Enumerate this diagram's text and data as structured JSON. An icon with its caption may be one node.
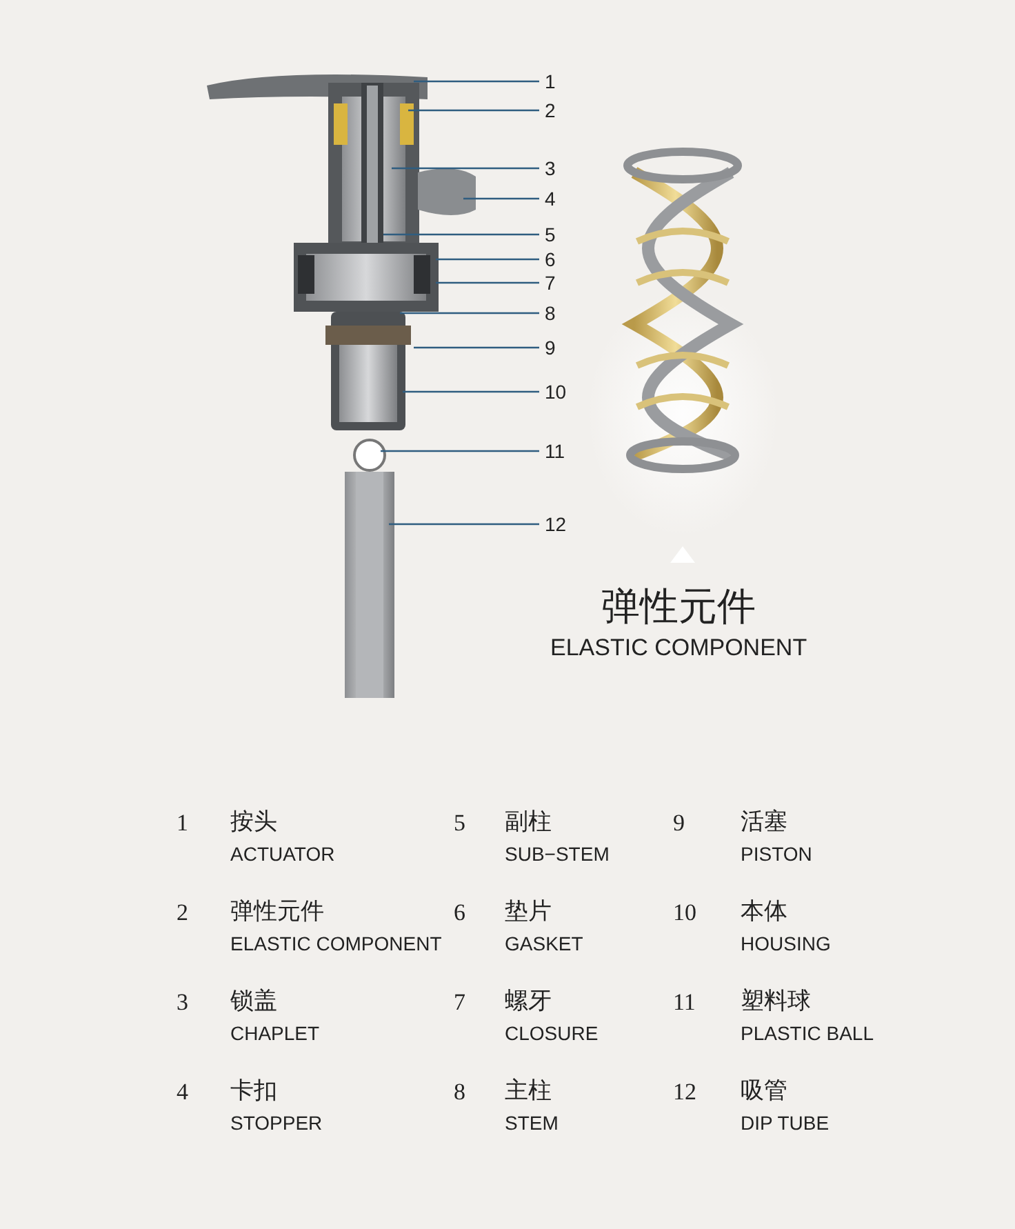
{
  "diagram": {
    "nodes": [
      {
        "text": [
          "1"
        ]
      },
      {
        "text": [
          "2"
        ]
      },
      {
        "text": [
          "3"
        ]
      },
      {
        "text": [
          "4"
        ]
      },
      {
        "text": [
          "5"
        ]
      },
      {
        "text": [
          "6"
        ]
      },
      {
        "text": [
          "7"
        ]
      },
      {
        "text": [
          "8"
        ]
      },
      {
        "text": [
          "9"
        ]
      },
      {
        "text": [
          "10"
        ]
      },
      {
        "text": [
          "11"
        ]
      },
      {
        "text": [
          "12"
        ]
      }
    ],
    "edges": [
      {
        "from": 0,
        "to": null,
        "arrow": "none"
      },
      {
        "from": 1,
        "to": null,
        "arrow": "none"
      },
      {
        "from": 2,
        "to": null,
        "arrow": "none"
      },
      {
        "from": 3,
        "to": null,
        "arrow": "none"
      },
      {
        "from": 4,
        "to": null,
        "arrow": "none"
      },
      {
        "from": 5,
        "to": null,
        "arrow": "none"
      },
      {
        "from": 6,
        "to": null,
        "arrow": "none"
      },
      {
        "from": 7,
        "to": null,
        "arrow": "none"
      },
      {
        "from": 8,
        "to": null,
        "arrow": "none"
      },
      {
        "from": 9,
        "to": null,
        "arrow": "none"
      },
      {
        "from": 10,
        "to": null,
        "arrow": "none"
      },
      {
        "from": 11,
        "to": null,
        "arrow": "none"
      }
    ],
    "labels": [
      "弹性元件",
      "ELASTIC COMPONENT",
      "1",
      "按头",
      "ACTUATOR",
      "5",
      "副柱",
      "SUB−STEM",
      "9",
      "活塞",
      "PISTON",
      "2",
      "弹性元件",
      "ELASTIC COMPONENT",
      "6",
      "垫片",
      "GASKET",
      "10",
      "本体",
      "HOUSING",
      "3",
      "锁盖",
      "CHAPLET",
      "7",
      "螺牙",
      "CLOSURE",
      "11",
      "塑料球",
      "PLASTIC BALL",
      "4",
      "卡扣",
      "STOPPER",
      "8",
      "主柱",
      "STEM",
      "12",
      "吸管",
      "DIP TUBE"
    ]
  }
}
